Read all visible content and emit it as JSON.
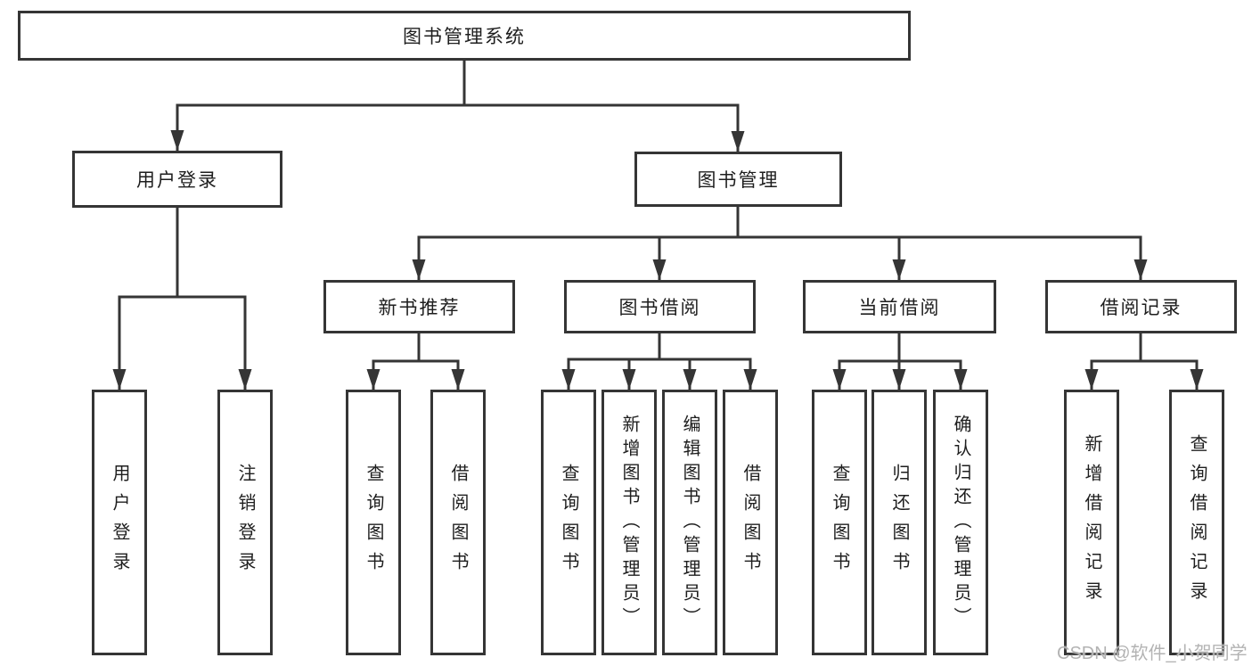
{
  "colors": {
    "line": "#353535",
    "text": "#1e1e1e",
    "watermark": "#b3b3b3",
    "background": "#ffffff"
  },
  "watermark": "CSDN @软件_小贺同学",
  "diagram": {
    "root": {
      "label": "图书管理系统"
    },
    "level2": [
      {
        "id": "user-login",
        "label": "用户登录"
      },
      {
        "id": "book-management",
        "label": "图书管理"
      }
    ],
    "level3": [
      {
        "id": "new-book-recommend",
        "label": "新书推荐",
        "parent": "图书管理"
      },
      {
        "id": "book-borrow",
        "label": "图书借阅",
        "parent": "图书管理"
      },
      {
        "id": "current-borrow",
        "label": "当前借阅",
        "parent": "图书管理"
      },
      {
        "id": "borrow-record",
        "label": "借阅记录",
        "parent": "图书管理"
      }
    ],
    "leaves": [
      {
        "label": "用户登录",
        "parent": "用户登录"
      },
      {
        "label": "注销登录",
        "parent": "用户登录"
      },
      {
        "label": "查询图书",
        "parent": "新书推荐"
      },
      {
        "label": "借阅图书",
        "parent": "新书推荐"
      },
      {
        "label": "查询图书",
        "parent": "图书借阅"
      },
      {
        "label": "新增图书（管理员）",
        "parent": "图书借阅"
      },
      {
        "label": "编辑图书（管理员）",
        "parent": "图书借阅"
      },
      {
        "label": "借阅图书",
        "parent": "图书借阅"
      },
      {
        "label": "查询图书",
        "parent": "当前借阅"
      },
      {
        "label": "归还图书",
        "parent": "当前借阅"
      },
      {
        "label": "确认归还（管理员）",
        "parent": "当前借阅"
      },
      {
        "label": "新增借阅记录",
        "parent": "借阅记录"
      },
      {
        "label": "查询借阅记录",
        "parent": "借阅记录"
      }
    ]
  }
}
